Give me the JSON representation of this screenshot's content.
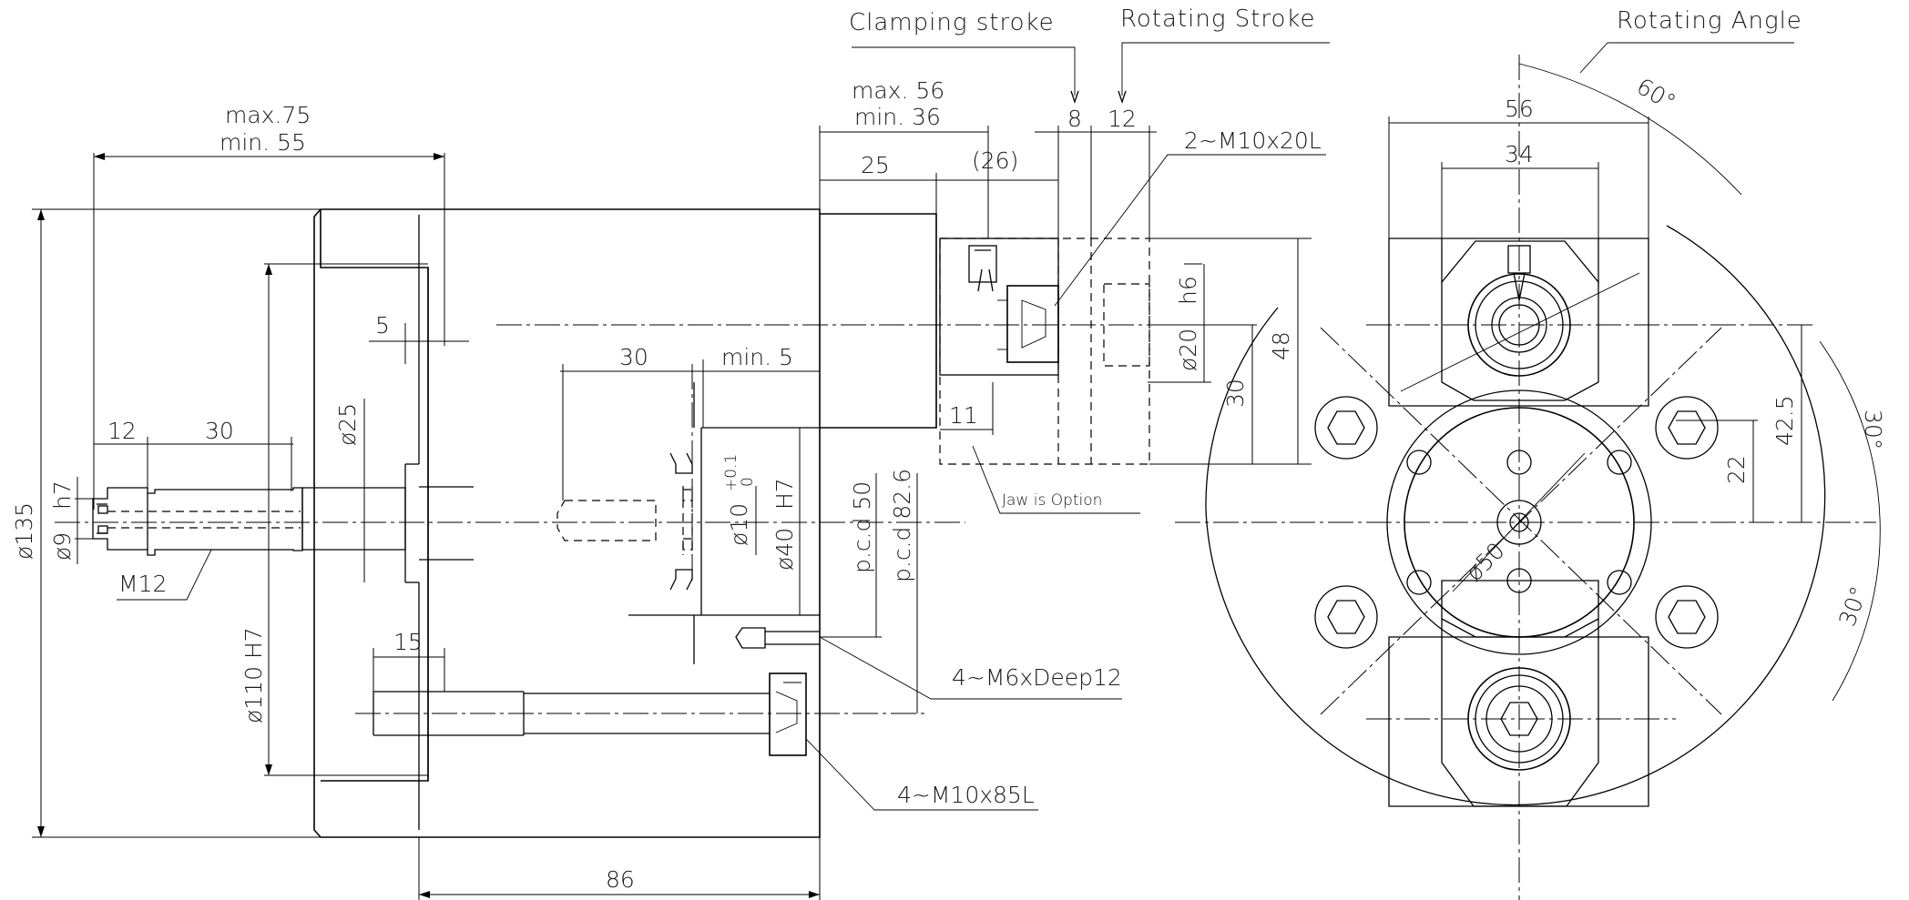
{
  "labels": {
    "clamping_stroke": "Clamping stroke",
    "rotating_stroke": "Rotating Stroke",
    "rotating_angle": "Rotating Angle",
    "max75": "max.75",
    "min55": "min. 55",
    "max56": "max. 56",
    "min36": "min. 36",
    "d8": "8",
    "d12top": "12",
    "d25": "25",
    "d26": "(26)",
    "m10x20": "2~M10x20L",
    "d5": "5",
    "d30a": "30",
    "min5": "min. 5",
    "d12": "12",
    "d30b": "30",
    "phi25": "ø25",
    "phi135": "ø135",
    "phi9": "ø9",
    "h7": "h7",
    "m12": "M12",
    "phi10": "ø10",
    "tol_plus": "+0.1",
    "tol_zero": "0",
    "phi40": "ø40",
    "H7": "H7",
    "pcd50": "p.c.d 50",
    "pcd826": "p.c.d 82.6",
    "phi110": "ø110  H7",
    "d15": "15",
    "m6": "4~M6xDeep12",
    "m10x85": "4~M10x85L",
    "d86": "86",
    "d11": "11",
    "jaw_option": "Jaw is Option",
    "phi20": "ø20",
    "h6": "h6",
    "d30c": "30",
    "d48": "48",
    "d56": "56",
    "d34": "34",
    "a60": "60°",
    "d42_5": "42.5",
    "d22": "22",
    "a30a": "30°",
    "a30b": "30°",
    "phi50": "ø50"
  }
}
